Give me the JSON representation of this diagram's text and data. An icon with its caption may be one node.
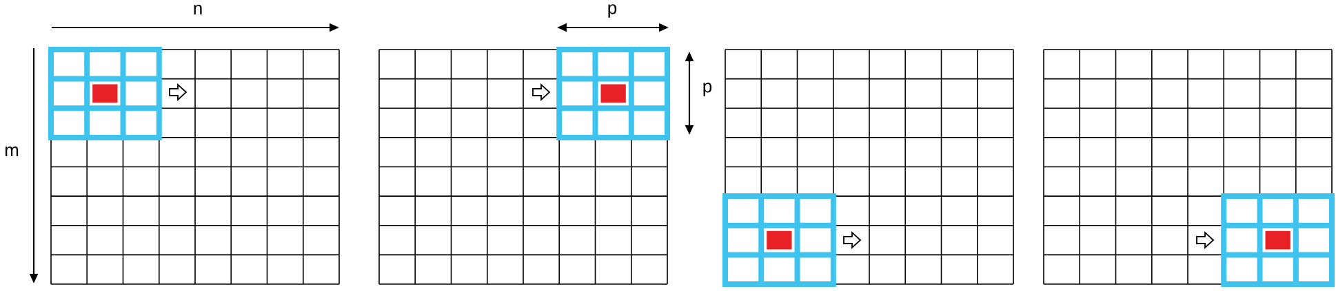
{
  "diagram": {
    "labels": [
      "n",
      "p",
      "m",
      "p"
    ]
  }
}
